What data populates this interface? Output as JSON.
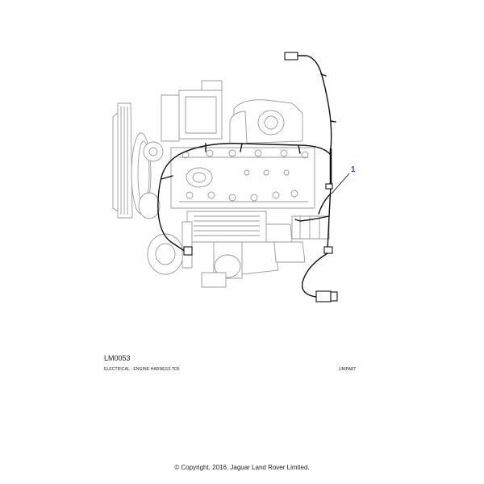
{
  "diagram": {
    "callout": "1",
    "code": "LM0053",
    "description": "ELECTRICAL - ENGINE HARNESS TD5",
    "supplier": "UNIPART"
  },
  "footer": {
    "copyright": "© Copyright, 2016. Jaguar Land Rover Limited."
  },
  "colors": {
    "engine_line": "#9a9a9a",
    "harness": "#111111",
    "callout": "#2b4fc7"
  }
}
